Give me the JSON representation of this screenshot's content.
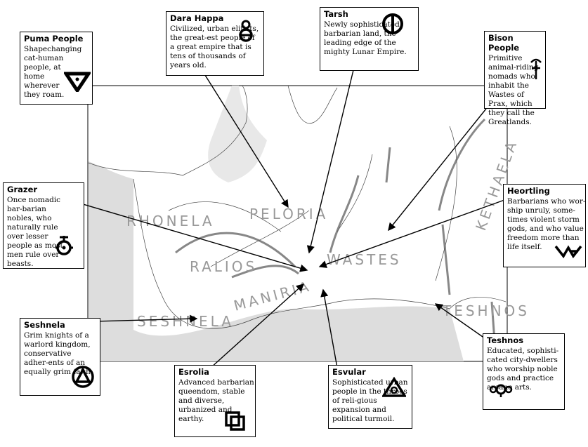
{
  "map_labels": {
    "rhonela": "RHONELA",
    "peloria": "PELORIA",
    "ralios": "RALIOS",
    "wastes": "WASTES",
    "maniria": "MANIRIA",
    "seshnela": "SESHNELA",
    "kethaela": "KETHAELA",
    "teshnos": "TESHNOS"
  },
  "boxes": {
    "puma": {
      "title": "Puma People",
      "text": "Shapechanging cat-human people, at home wherever they roam."
    },
    "dara": {
      "title": "Dara Happa",
      "text": "Civilized, urban elitists, the great-est people of a great empire that is tens of thousands of years old."
    },
    "tarsh": {
      "title": "Tarsh",
      "text": "Newly sophisticated barbarian land, the leading edge of the mighty Lunar Empire."
    },
    "bison": {
      "title": "Bison People",
      "text": "Primitive animal-riding nomads who inhabit the Wastes of Prax, which they call the Greatlands."
    },
    "grazer": {
      "title": "Grazer",
      "text": "Once nomadic bar-barian nobles, who naturally rule over lesser people as most men rule over beasts."
    },
    "heortling": {
      "title": "Heortling",
      "text": "Barbarians who wor-ship unruly, some-times violent storm gods, and who value freedom more than life itself."
    },
    "seshnela": {
      "title": "Seshnela",
      "text": "Grim knights of a warlord kingdom, conservative adher-ents of an equally grim faith."
    },
    "esrolia": {
      "title": "Esrolia",
      "text": "Advanced barbarian queendom, stable and diverse, urbanized and earthy."
    },
    "esvular": {
      "title": "Esvular",
      "text": "Sophisticated urban people in the throes of reli-gious expansion and political turmoil."
    },
    "teshnos": {
      "title": "Teshnos",
      "text": "Educated, sophisti-cated city-dwellers who worship noble gods and practice arcane arts."
    }
  }
}
